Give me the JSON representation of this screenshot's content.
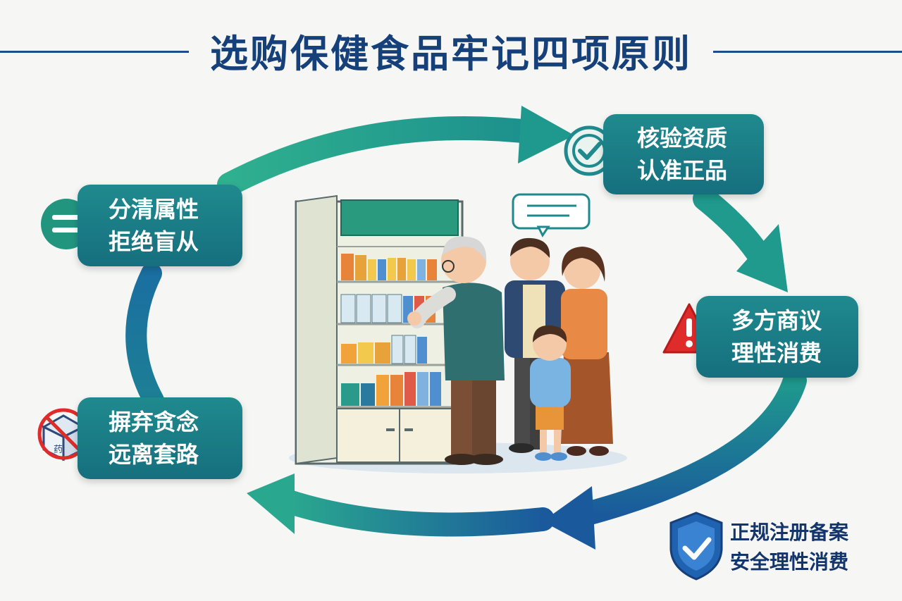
{
  "title": "选购保健食品牢记四项原则",
  "principles": [
    {
      "line1": "核验资质",
      "line2": "认准正品",
      "icon": "check-circle-icon"
    },
    {
      "line1": "多方商议",
      "line2": "理性消费",
      "icon": "warning-triangle-icon"
    },
    {
      "line1": "摒弃贪念",
      "line2": "远离套路",
      "icon": "no-medicine-box-icon"
    },
    {
      "line1": "分清属性",
      "line2": "拒绝盲从",
      "icon": "equals-circle-icon"
    }
  ],
  "box_label": "药",
  "badge": {
    "line1": "正规注册备案",
    "line2": "安全理性消费",
    "icon": "shield-check-icon"
  },
  "colors": {
    "title": "#16407a",
    "card": "#1a7f86",
    "arrow_teal": "#2aa88f",
    "arrow_blue": "#1a5a9c",
    "warning": "#e02b2b"
  }
}
